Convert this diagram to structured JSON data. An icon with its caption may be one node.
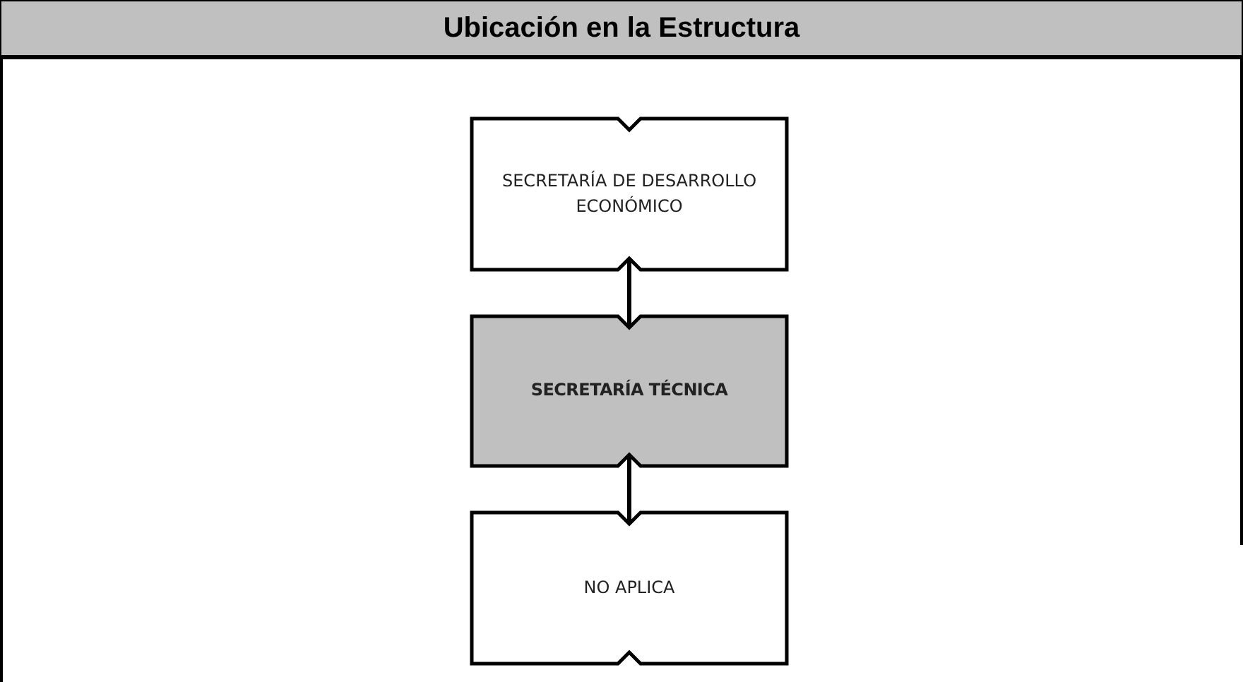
{
  "diagram": {
    "title": "Ubicación en la Estructura",
    "nodes": [
      {
        "text": [
          "SECRETARÍA DE DESARROLLO ECONÓMICO"
        ]
      },
      {
        "text": [
          "SECRETARÍA TÉCNICA"
        ]
      },
      {
        "text": [
          "NO APLICA"
        ]
      }
    ],
    "edges": [
      {
        "from": 0,
        "to": 1,
        "arrow": "none"
      },
      {
        "from": 1,
        "to": 2,
        "arrow": "none"
      }
    ]
  }
}
